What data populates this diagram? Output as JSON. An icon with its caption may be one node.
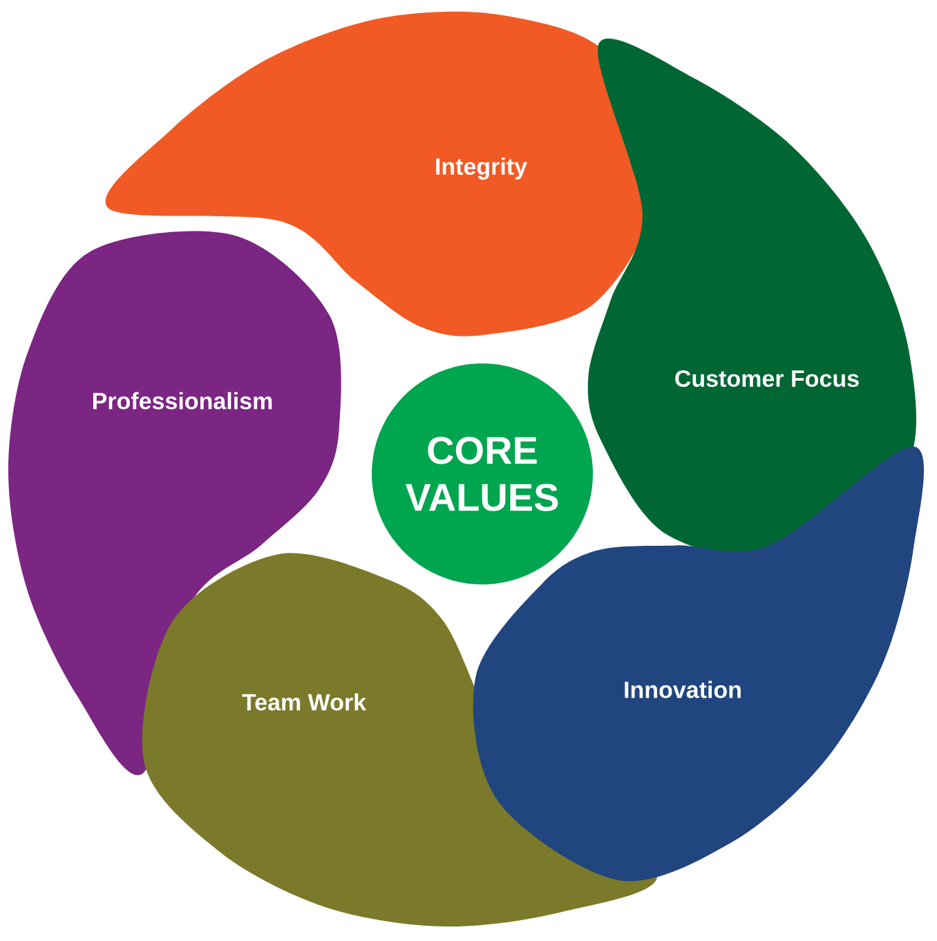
{
  "diagram": {
    "nodes": [
      {
        "text": [
          "Integrity"
        ]
      },
      {
        "text": [
          "Professionalism"
        ]
      },
      {
        "text": [
          "CORE VALUES"
        ]
      },
      {
        "text": [
          "Customer Focus"
        ]
      },
      {
        "text": [
          "Team Work"
        ]
      },
      {
        "text": [
          "Innovation"
        ]
      }
    ]
  }
}
